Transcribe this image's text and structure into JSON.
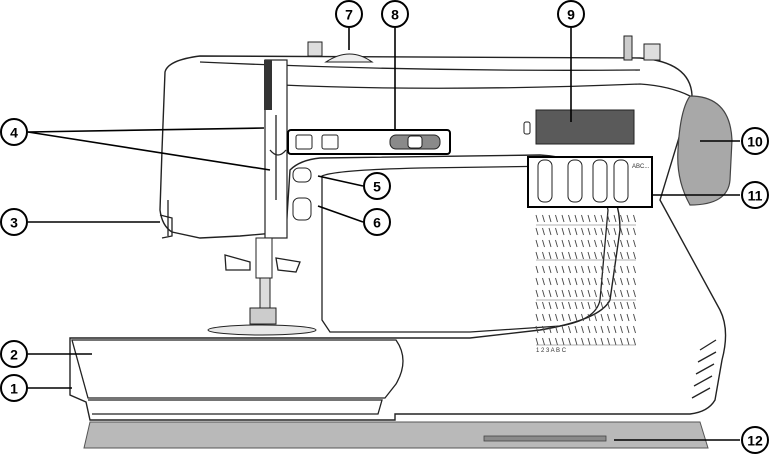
{
  "callouts": [
    {
      "id": "1",
      "label": "1"
    },
    {
      "id": "2",
      "label": "2"
    },
    {
      "id": "3",
      "label": "3"
    },
    {
      "id": "4",
      "label": "4"
    },
    {
      "id": "5",
      "label": "5"
    },
    {
      "id": "6",
      "label": "6"
    },
    {
      "id": "7",
      "label": "7"
    },
    {
      "id": "8",
      "label": "8"
    },
    {
      "id": "9",
      "label": "9"
    },
    {
      "id": "10",
      "label": "10"
    },
    {
      "id": "11",
      "label": "11"
    },
    {
      "id": "12",
      "label": "12"
    }
  ],
  "panel_text": {
    "abc": "ABC...",
    "stitch_row_last": "1 2 3 A B C"
  },
  "colors": {
    "ink": "#000000",
    "panel_grey": "#b9b9b9",
    "display_dark": "#5a5a5a"
  }
}
